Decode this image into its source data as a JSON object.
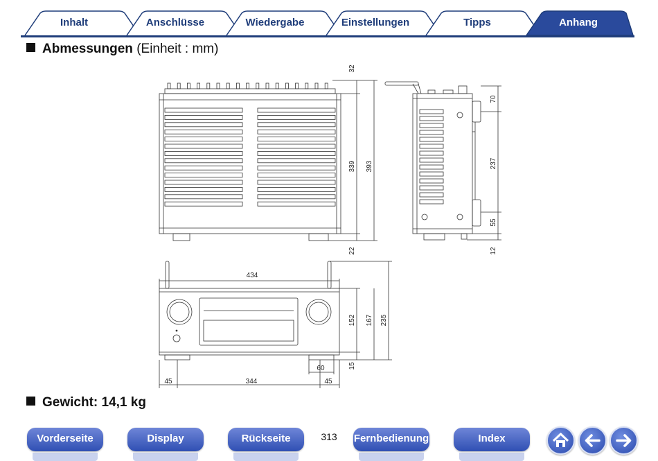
{
  "tabs": [
    {
      "label": "Inhalt",
      "active": false
    },
    {
      "label": "Anschlüsse",
      "active": false
    },
    {
      "label": "Wiedergabe",
      "active": false
    },
    {
      "label": "Einstellungen",
      "active": false
    },
    {
      "label": "Tipps",
      "active": false
    },
    {
      "label": "Anhang",
      "active": true
    }
  ],
  "section1": {
    "title": "Abmessungen",
    "unit": "(Einheit : mm)"
  },
  "section2": {
    "title": "Gewicht: 14,1 kg"
  },
  "dimensions": {
    "top_view": {
      "antenna_height": "32",
      "depth": "339",
      "total_depth": "393",
      "foot": "22"
    },
    "side_view": {
      "top": "70",
      "middle": "237",
      "lower": "55",
      "foot": "12"
    },
    "front_view": {
      "width": "434",
      "body_height": "152",
      "height_with_feet": "167",
      "height_with_antenna": "235",
      "foot_height": "15",
      "foot_width": "60",
      "left_offset": "45",
      "foot_spacing": "344",
      "right_offset": "45"
    }
  },
  "footer": {
    "buttons": [
      "Vorderseite",
      "Display",
      "Rückseite",
      "Fernbedienung",
      "Index"
    ],
    "page_number": "313"
  },
  "colors": {
    "tab_border": "#1f3d7a",
    "tab_active": "#2a4a9c",
    "button": "#2f4fb3"
  }
}
